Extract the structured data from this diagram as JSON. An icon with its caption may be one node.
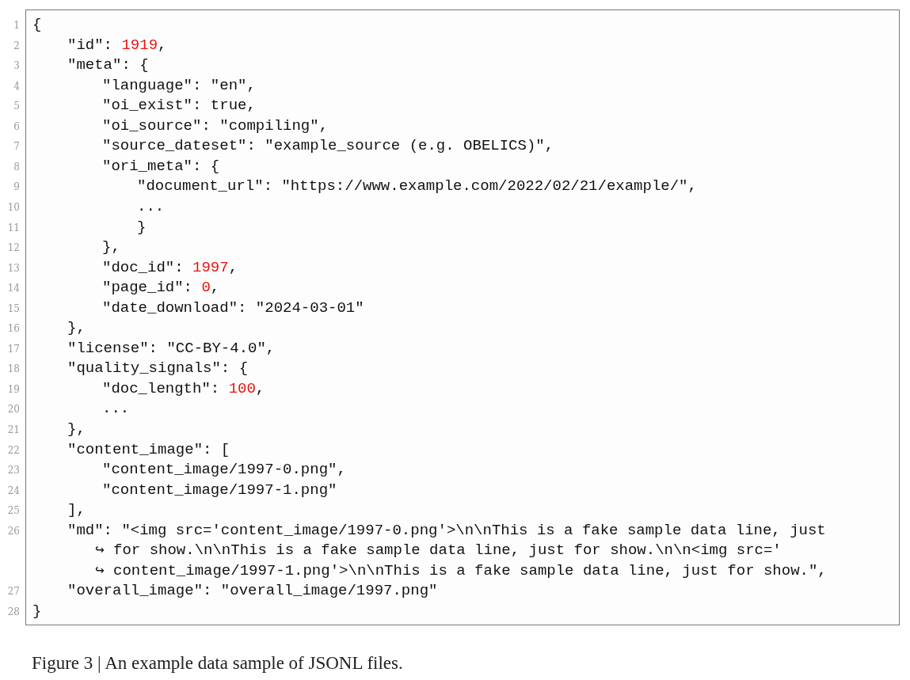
{
  "diagram": {
    "caption": "Figure 3 | An example data sample of JSONL files.",
    "labels": [
      "1",
      "{",
      "2",
      "\"id\": 1919,",
      "3",
      "\"meta\": {",
      "4",
      "\"language\": \"en\",",
      "5",
      "\"oi_exist\": true,",
      "6",
      "\"oi_source\": \"compiling\",",
      "7",
      "\"source_dateset\": \"example_source (e.g. OBELICS)\",",
      "8",
      "\"ori_meta\": {",
      "9",
      "\"document_url\": \"https://www.example.com/2022/02/21/example/\",",
      "10",
      "...",
      "11",
      "}",
      "12",
      "},",
      "13",
      "\"doc_id\": 1997,",
      "14",
      "\"page_id\": 0,",
      "15",
      "\"date_download\": \"2024-03-01\"",
      "16",
      "},",
      "17",
      "\"license\": \"CC-BY-4.0\",",
      "18",
      "\"quality_signals\": {",
      "19",
      "\"doc_length\": 100,",
      "20",
      "...",
      "21",
      "},",
      "22",
      "\"content_image\": [",
      "23",
      "\"content_image/1997-0.png\",",
      "24",
      "\"content_image/1997-1.png\"",
      "25",
      "],",
      "26",
      "\"md\": \"<img src='content_image/1997-0.png'>\\n\\nThis is a fake sample data line, just",
      "↪ for show.\\n\\nThis is a fake sample data line, just for show.\\n\\n<img src='",
      "↪ content_image/1997-1.png'>\\n\\nThis is a fake sample data line, just for show.\",",
      "27",
      "\"overall_image\": \"overall_image/1997.png\"",
      "28",
      "}"
    ]
  }
}
